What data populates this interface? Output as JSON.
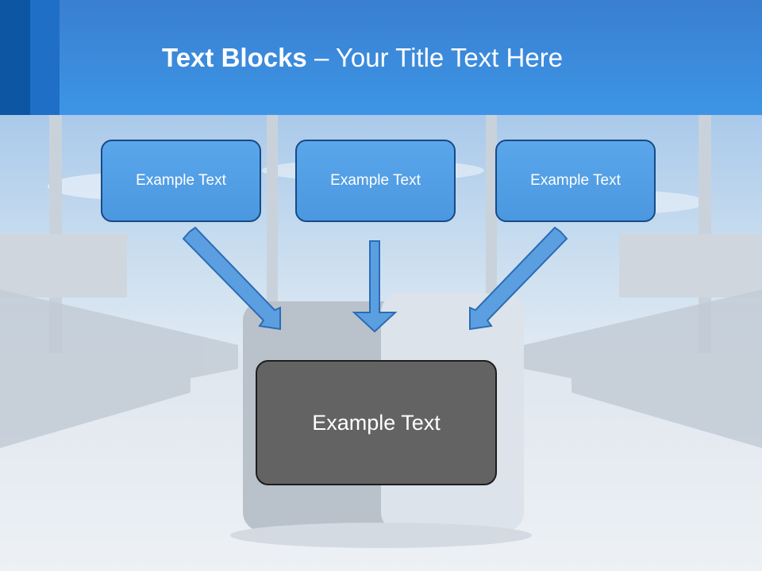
{
  "slide": {
    "title_bold": "Text Blocks",
    "title_rest": " – Your Title Text Here"
  },
  "blocks": {
    "top": [
      {
        "label": "Example Text"
      },
      {
        "label": "Example Text"
      },
      {
        "label": "Example Text"
      }
    ],
    "center": {
      "label": "Example Text"
    }
  },
  "colors": {
    "header": "#3d8fe0",
    "block_fill": "#529fe6",
    "center_fill": "#636363",
    "arrow_fill": "#5b9fe0"
  }
}
